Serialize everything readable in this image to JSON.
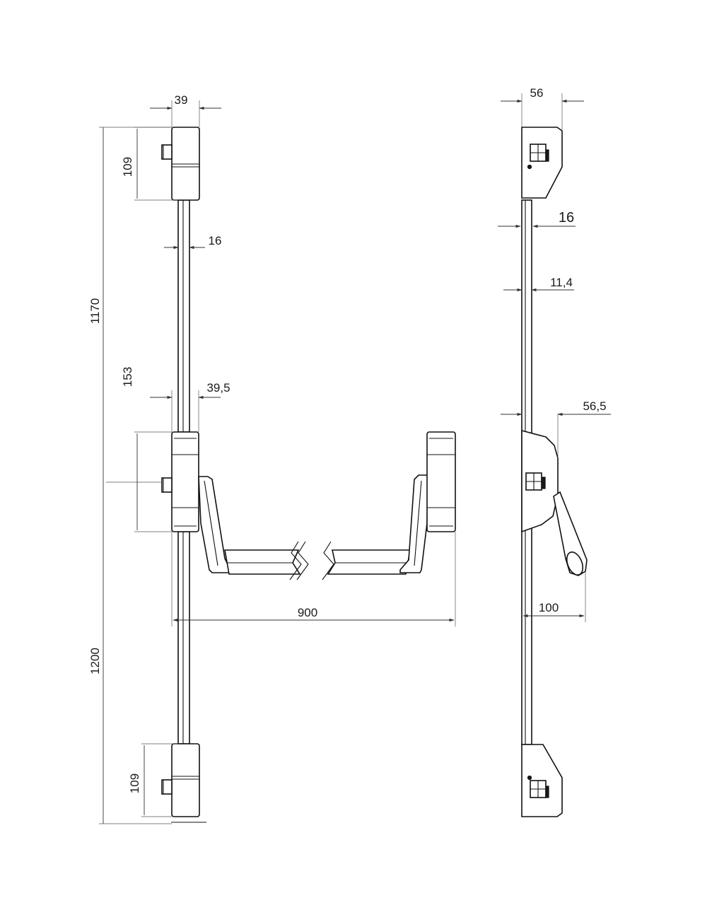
{
  "dimensions": {
    "front_top_box_width": "39",
    "front_top_box_height": "109",
    "front_rod_width": "16",
    "front_upper_rod_length": "1170",
    "front_center_height": "153",
    "front_center_width": "39,5",
    "front_bar_length": "900",
    "front_lower_rod_length": "1200",
    "front_bottom_box_height": "109",
    "side_top_box_depth": "56",
    "side_rod_depth": "16",
    "side_rod_depth_inner": "11,4",
    "side_center_depth": "56,5",
    "side_handle_projection": "100"
  },
  "colors": {
    "line": "#111111",
    "background": "#ffffff"
  }
}
